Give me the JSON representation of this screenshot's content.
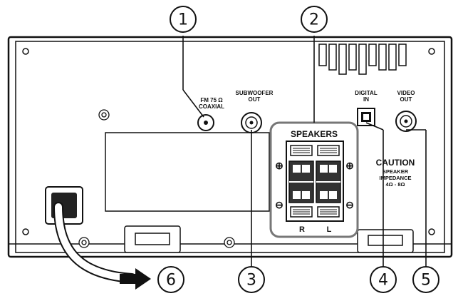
{
  "callouts": [
    "1",
    "2",
    "3",
    "4",
    "5",
    "6"
  ],
  "labels": {
    "fm_line1": "FM 75 Ω",
    "fm_line2": "COAXIAL",
    "sub_line1": "SUBWOOFER",
    "sub_line2": "OUT",
    "speakers": "SPEAKERS",
    "right": "R",
    "left": "L",
    "digital_line1": "DIGITAL",
    "digital_line2": "IN",
    "video_line1": "VIDEO",
    "video_line2": "OUT",
    "caution": "CAUTION",
    "caution_line2": "SPEAKER",
    "caution_line3": "IMPEDANCE",
    "caution_line4": "4Ω - 8Ω",
    "plus": "⊕",
    "minus": "⊖"
  }
}
